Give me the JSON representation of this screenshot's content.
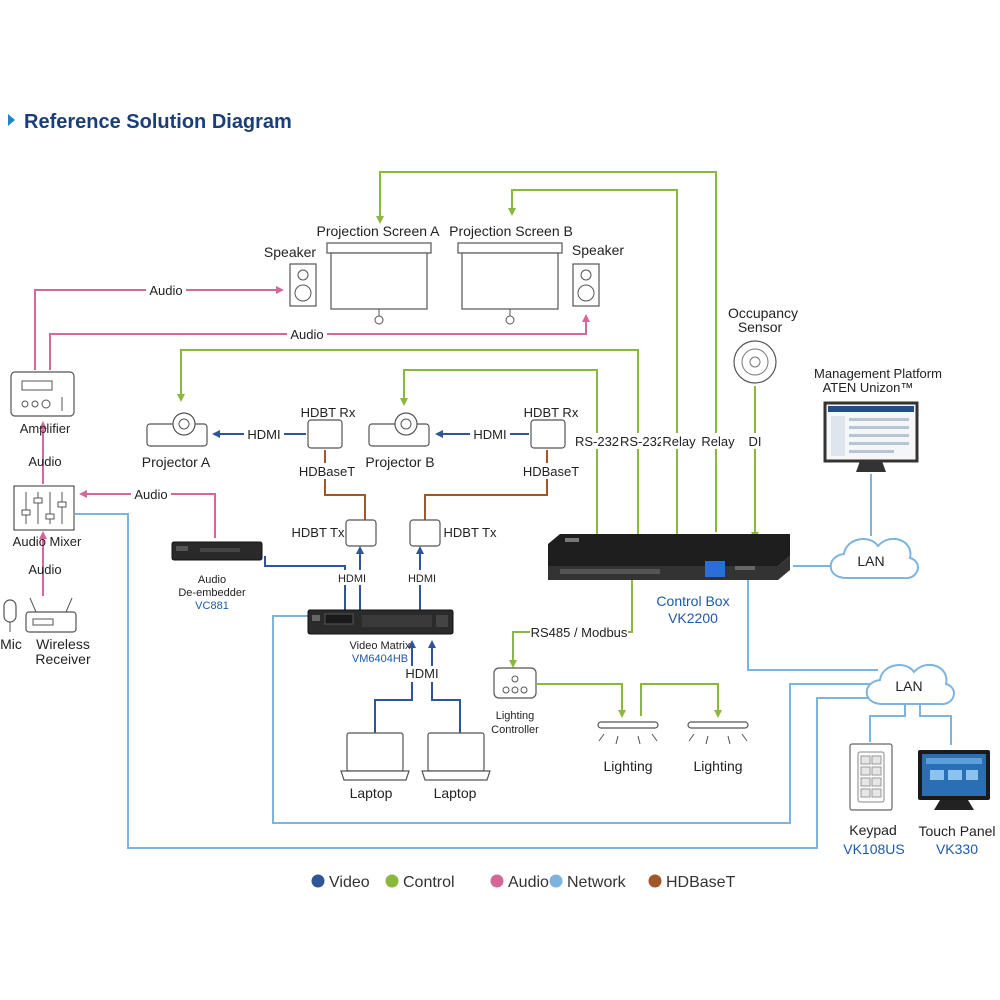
{
  "title": "Reference Solution Diagram",
  "colors": {
    "video": "#2f5597",
    "control": "#8ab83c",
    "audio": "#d4679a",
    "network": "#7db4dd",
    "hdbaset": "#a0582a",
    "title": "#1b3f75",
    "model": "#1d5aa6"
  },
  "nodes": {
    "projection_screen_a": "Projection Screen A",
    "projection_screen_b": "Projection Screen B",
    "speaker_left": "Speaker",
    "speaker_right": "Speaker",
    "amplifier": "Amplifier",
    "audio_mixer": "Audio Mixer",
    "mic": "Mic",
    "wireless_receiver_1": "Wireless",
    "wireless_receiver_2": "Receiver",
    "projector_a": "Projector A",
    "projector_b": "Projector B",
    "hdbt_rx_a": "HDBT Rx",
    "hdbt_rx_b": "HDBT Rx",
    "hdbt_tx_a": "HDBT Tx",
    "hdbt_tx_b": "HDBT Tx",
    "audio_deembedder_1": "Audio",
    "audio_deembedder_2": "De-embedder",
    "audio_deembedder_model": "VC881",
    "video_matrix": "Video Matrix",
    "video_matrix_model": "VM6404HB",
    "laptop_1": "Laptop",
    "laptop_2": "Laptop",
    "occupancy_sensor_1": "Occupancy",
    "occupancy_sensor_2": "Sensor",
    "management_platform_1": "Management Platform",
    "management_platform_2": "ATEN Unizon™",
    "lan_top": "LAN",
    "lan_bottom": "LAN",
    "control_box": "Control Box",
    "control_box_model": "VK2200",
    "lighting_controller_1": "Lighting",
    "lighting_controller_2": "Controller",
    "lighting_1": "Lighting",
    "lighting_2": "Lighting",
    "keypad": "Keypad",
    "keypad_model": "VK108US",
    "touch_panel": "Touch Panel",
    "touch_panel_model": "VK330"
  },
  "edge_labels": {
    "audio_speaker_left": "Audio",
    "audio_speaker_right": "Audio",
    "audio_mixer_to_amp": "Audio",
    "audio_from_deembedder": "Audio",
    "audio_receiver_to_mixer": "Audio",
    "hdmi_projector_a": "HDMI",
    "hdmi_projector_b": "HDMI",
    "hdbaset_a": "HDBaseT",
    "hdbaset_b": "HDBaseT",
    "hdmi_matrix_tx_a": "HDMI",
    "hdmi_matrix_tx_b": "HDMI",
    "hdmi_laptops": "HDMI",
    "rs232_a": "RS-232",
    "rs232_b": "RS-232",
    "relay_a": "Relay",
    "relay_b": "Relay",
    "di": "DI",
    "rs485": "RS485 / Modbus"
  },
  "legend": [
    {
      "label": "Video",
      "color": "#2f5597"
    },
    {
      "label": "Control",
      "color": "#8ab83c"
    },
    {
      "label": "Audio",
      "color": "#d4679a"
    },
    {
      "label": "Network",
      "color": "#7db4dd"
    },
    {
      "label": "HDBaseT",
      "color": "#a0582a"
    }
  ]
}
